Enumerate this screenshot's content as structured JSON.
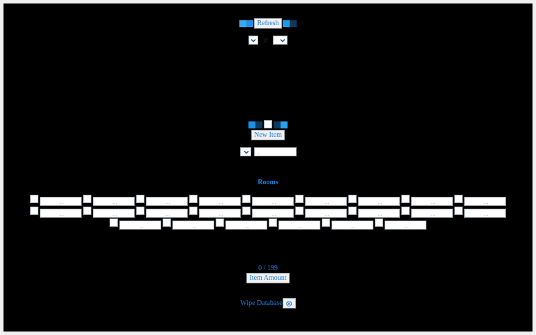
{
  "top_toolbar": {
    "left_swatches": [
      "#3aa8f0",
      "#1e90e8"
    ],
    "refresh_label": "Refresh",
    "right_swatches": [
      "#1a9be8",
      "#0d3a5a"
    ],
    "select_left_value": "",
    "separator": "//",
    "select_right_value": ""
  },
  "item_section": {
    "swatches_left": [
      "#1e90e8",
      "#0b3b5e"
    ],
    "checkbox_checked": false,
    "swatches_right": [
      "#0b3b5e",
      "#2aa0ee"
    ],
    "new_item_label": "New Item",
    "select_value": "",
    "input_placeholder": "..."
  },
  "rooms": {
    "title": "Rooms",
    "items": [
      {
        "checked": false,
        "placeholder": "..."
      },
      {
        "checked": false,
        "placeholder": "..."
      },
      {
        "checked": false,
        "placeholder": "..."
      },
      {
        "checked": false,
        "placeholder": "..."
      },
      {
        "checked": false,
        "placeholder": "..."
      },
      {
        "checked": false,
        "placeholder": "..."
      },
      {
        "checked": false,
        "placeholder": "..."
      },
      {
        "checked": false,
        "placeholder": "..."
      },
      {
        "checked": false,
        "placeholder": "..."
      },
      {
        "checked": false,
        "placeholder": "..."
      },
      {
        "checked": false,
        "placeholder": "..."
      },
      {
        "checked": false,
        "placeholder": "..."
      },
      {
        "checked": false,
        "placeholder": "..."
      },
      {
        "checked": false,
        "placeholder": "..."
      },
      {
        "checked": false,
        "placeholder": "..."
      },
      {
        "checked": false,
        "placeholder": "..."
      },
      {
        "checked": false,
        "placeholder": "..."
      },
      {
        "checked": false,
        "placeholder": "..."
      },
      {
        "checked": false,
        "placeholder": "..."
      },
      {
        "checked": false,
        "placeholder": "..."
      },
      {
        "checked": false,
        "placeholder": "..."
      },
      {
        "checked": false,
        "placeholder": "..."
      },
      {
        "checked": false,
        "placeholder": "..."
      },
      {
        "checked": false,
        "placeholder": "..."
      }
    ]
  },
  "item_amount": {
    "count_text": "0 / 199",
    "button_label": "Item Amount"
  },
  "wipe": {
    "label": "Wipe Database",
    "icon_glyph": "⊗",
    "icon_name": "circle-x-icon"
  },
  "colors": {
    "background": "#000000",
    "frame": "#f0f0f0",
    "accent_text": "#1e7fe0"
  }
}
